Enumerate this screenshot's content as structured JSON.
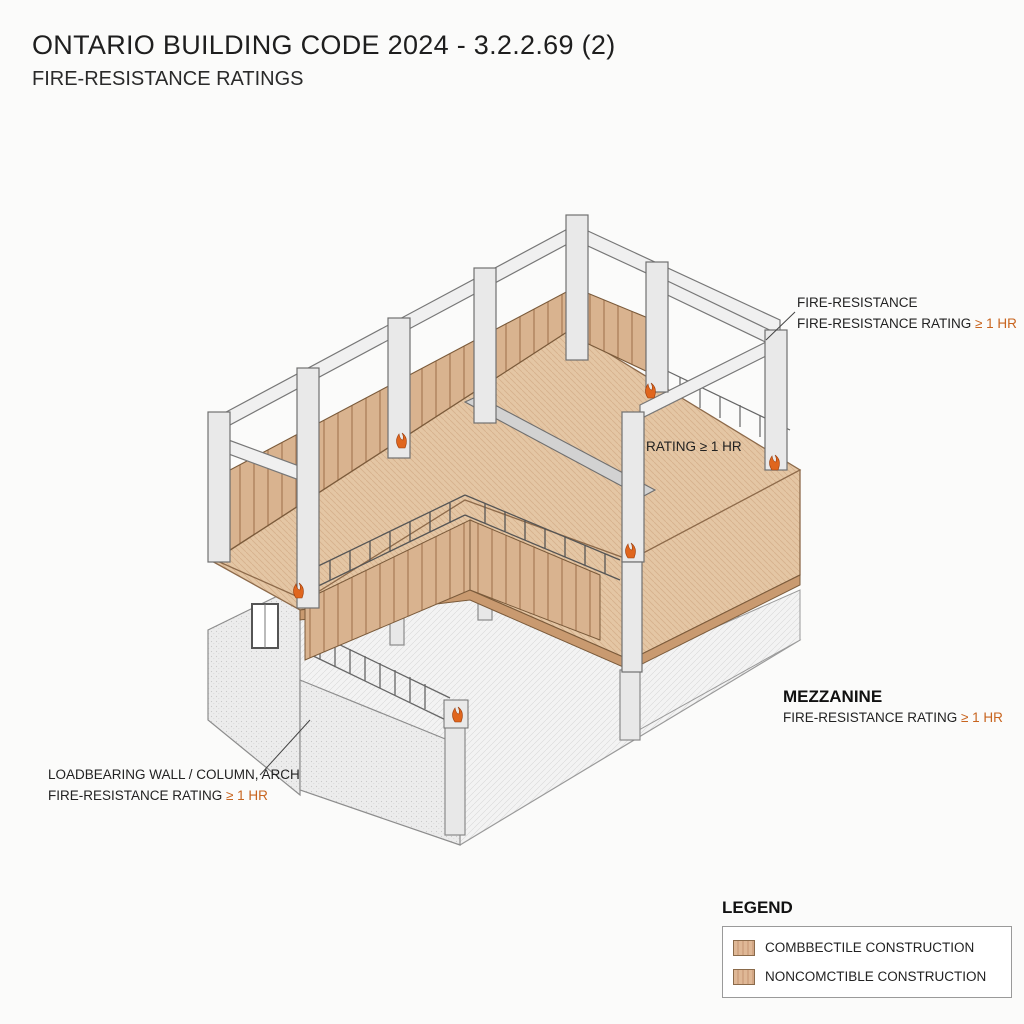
{
  "header": {
    "title": "ONTARIO BUILDING CODE 2024 - 3.2.2.69 (2)",
    "subtitle": "FIRE-RESISTANCE RATINGS"
  },
  "callouts": {
    "top_right": {
      "line1": "FIRE-RESISTANCE",
      "line2_text": "FIRE-RESISTANCE RATING ",
      "line2_value": "≥ 1 HR"
    },
    "center": {
      "text": "RATING ≥ 1 HR"
    },
    "mezzanine": {
      "title": "MEZZANINE",
      "line_text": "FIRE-RESISTANCE RATING ",
      "line_value": "≥ 1 HR"
    },
    "loadbearing": {
      "line1": "LOADBEARING WALL / COLUMN, ARCH",
      "line2_text": "FIRE-RESISTANCE RATING ",
      "line2_value": "≥ 1 HR"
    }
  },
  "legend": {
    "title": "LEGEND",
    "items": [
      {
        "label": "COMBBECTILE CONSTRUCTION",
        "color": "#dfb896"
      },
      {
        "label": "NONCOMCTIBLE CONSTRUCTION",
        "color": "#dfb896"
      }
    ]
  },
  "colors": {
    "wood": "#e2c2a0",
    "wood_dark": "#c99a70",
    "concrete": "#e6e6e6",
    "fire": "#e0661e"
  }
}
